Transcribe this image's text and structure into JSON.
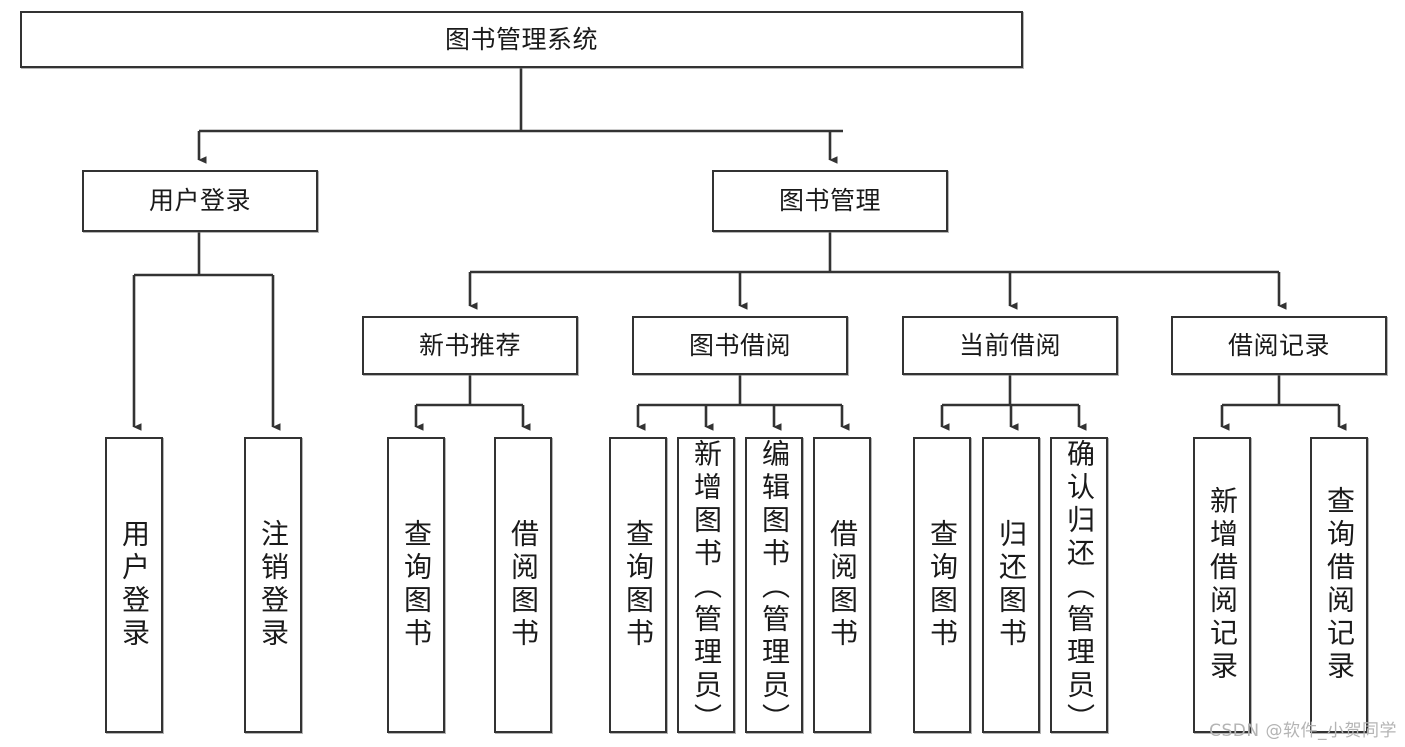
{
  "diagram": {
    "title": "图书管理系统",
    "type": "tree-hierarchy",
    "stroke_color": "#333333",
    "fill_color": "#ffffff",
    "text_color": "#1a1a1a",
    "watermark": "CSDN @软件_小贺同学"
  },
  "nodes": {
    "root": {
      "label": "图书管理系统"
    },
    "level2": [
      {
        "id": "user-login",
        "label": "用户登录"
      },
      {
        "id": "book-manage",
        "label": "图书管理"
      }
    ],
    "level3": [
      {
        "id": "new-book-recommend",
        "label": "新书推荐"
      },
      {
        "id": "book-borrow",
        "label": "图书借阅"
      },
      {
        "id": "current-borrow",
        "label": "当前借阅"
      },
      {
        "id": "borrow-record",
        "label": "借阅记录"
      }
    ],
    "leaves": {
      "user_login": [
        {
          "id": "leaf-user-login",
          "label": "用户登录"
        },
        {
          "id": "leaf-logout-login",
          "label": "注销登录"
        }
      ],
      "new_book_recommend": [
        {
          "id": "leaf-query-book-1",
          "label": "查询图书"
        },
        {
          "id": "leaf-borrow-book-1",
          "label": "借阅图书"
        }
      ],
      "book_borrow": [
        {
          "id": "leaf-query-book-2",
          "label": "查询图书"
        },
        {
          "id": "leaf-add-book",
          "label": "新增图书（管理员）"
        },
        {
          "id": "leaf-edit-book",
          "label": "编辑图书（管理员）"
        },
        {
          "id": "leaf-borrow-book-2",
          "label": "借阅图书"
        }
      ],
      "current_borrow": [
        {
          "id": "leaf-query-book-3",
          "label": "查询图书"
        },
        {
          "id": "leaf-return-book",
          "label": "归还图书"
        },
        {
          "id": "leaf-confirm-return",
          "label": "确认归还（管理员）"
        }
      ],
      "borrow_record": [
        {
          "id": "leaf-add-borrow-record",
          "label": "新增借阅记录"
        },
        {
          "id": "leaf-query-borrow-record",
          "label": "查询借阅记录"
        }
      ]
    }
  }
}
